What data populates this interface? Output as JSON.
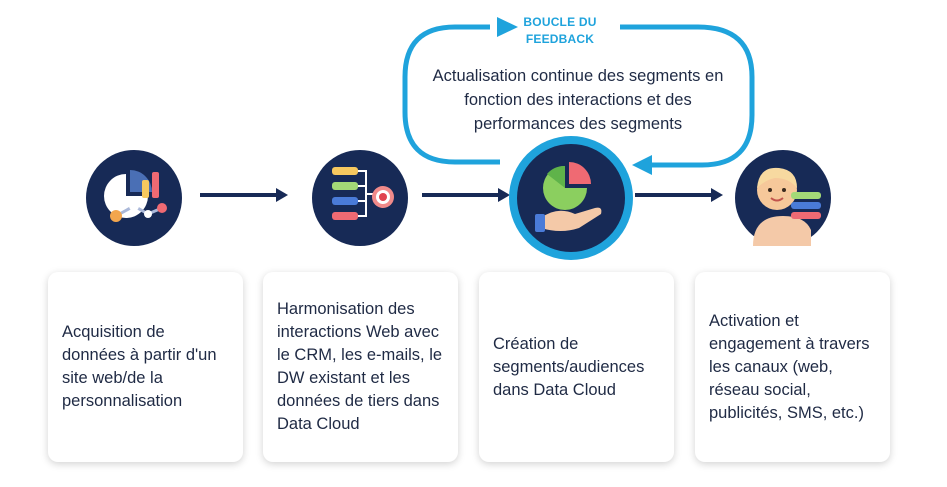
{
  "feedback": {
    "title_line1": "BOUCLE DU",
    "title_line2": "FEEDBACK",
    "description": "Actualisation continue des segments en fonction des interactions et des performances des segments"
  },
  "steps": [
    {
      "icon": "analytics-chart-icon",
      "label": "Acquisition de données à partir d'un site web/de la personnalisation"
    },
    {
      "icon": "data-harmonization-icon",
      "label": "Harmonisation des interactions Web avec le CRM, les e-mails, le DW existant et les données de tiers dans Data Cloud"
    },
    {
      "icon": "segment-pie-hand-icon",
      "label": "Création de segments/audiences dans Data Cloud"
    },
    {
      "icon": "person-engagement-icon",
      "label": "Activation et engagement à travers les canaux (web, réseau social, publicités, SMS, etc.)"
    }
  ],
  "colors": {
    "navy": "#172a56",
    "accent": "#1fa3dc",
    "text": "#1f2a44"
  }
}
